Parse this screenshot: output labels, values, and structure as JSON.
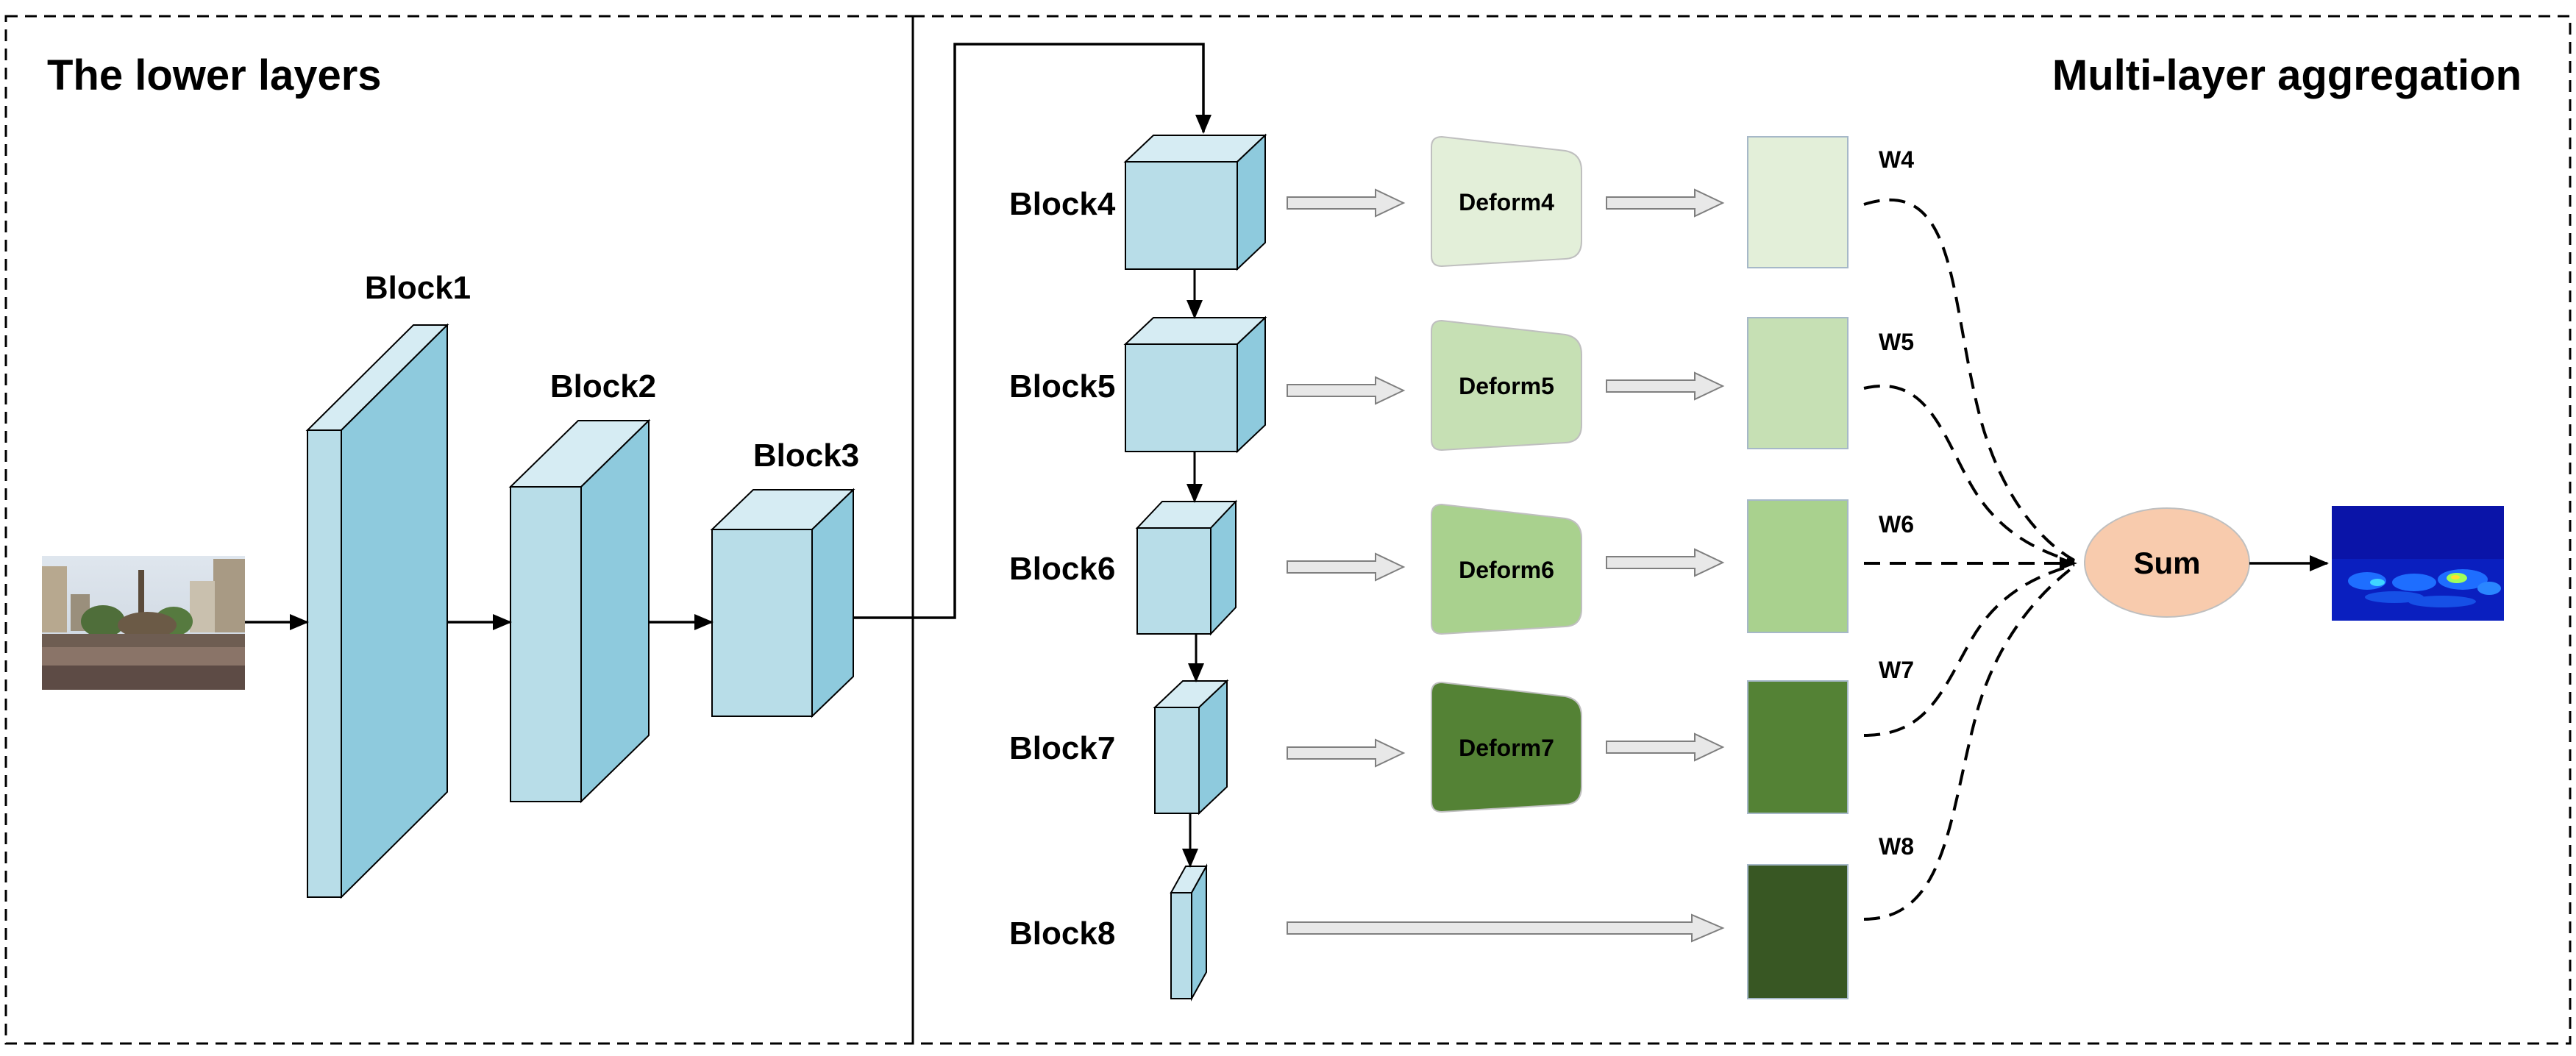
{
  "panels": {
    "left_title": "The lower layers",
    "right_title": "Multi-layer aggregation"
  },
  "blocks": [
    {
      "id": "block1",
      "label": "Block1"
    },
    {
      "id": "block2",
      "label": "Block2"
    },
    {
      "id": "block3",
      "label": "Block3"
    },
    {
      "id": "block4",
      "label": "Block4"
    },
    {
      "id": "block5",
      "label": "Block5"
    },
    {
      "id": "block6",
      "label": "Block6"
    },
    {
      "id": "block7",
      "label": "Block7"
    },
    {
      "id": "block8",
      "label": "Block8"
    }
  ],
  "deforms": [
    {
      "label": "Deform4",
      "fill": "#e3efd9"
    },
    {
      "label": "Deform5",
      "fill": "#c6e0b4"
    },
    {
      "label": "Deform6",
      "fill": "#a9d18e"
    },
    {
      "label": "Deform7",
      "fill": "#548235"
    }
  ],
  "feature_maps": [
    {
      "weight": "W4",
      "fill": "#e3efd9"
    },
    {
      "weight": "W5",
      "fill": "#c6e0b4"
    },
    {
      "weight": "W6",
      "fill": "#a9d18e"
    },
    {
      "weight": "W7",
      "fill": "#548235"
    },
    {
      "weight": "W8",
      "fill": "#385723"
    }
  ],
  "sum": {
    "label": "Sum",
    "fill": "#f8cbad"
  },
  "colors": {
    "block_front": "#b8dde8",
    "block_top": "#d6ecf3",
    "block_side": "#8ecadd",
    "border": "#000000",
    "arrow_fill": "#e8e8e8",
    "arrow_stroke": "#7f7f7f"
  },
  "icons": {
    "input_image": "crowd-photo-icon",
    "output_map": "density-map-icon"
  }
}
